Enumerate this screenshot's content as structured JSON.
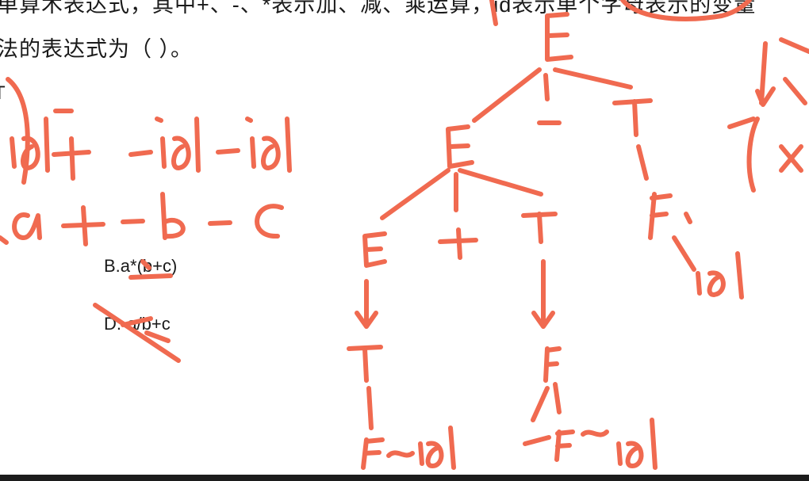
{
  "question": {
    "line1": "单算术表达式，其中+、-、*表示加、减、乘运算，id表示单个字母表示的变量",
    "line2": "法的表达式为（ ）。",
    "fragment": "T"
  },
  "options": {
    "b": "B.a*(b+c)",
    "d": "D.-a/b+c"
  },
  "handwriting": {
    "ink_color": "#f06a50",
    "sentential_form": "id+-id-id",
    "instance": "a+-b-c",
    "tree_root": "E",
    "tree_level1": [
      "E",
      "-",
      "T"
    ],
    "tree_level2": [
      "E",
      "+",
      "T",
      "F"
    ],
    "tree_leaves": [
      "T",
      "F",
      "F",
      "id",
      "id",
      "id"
    ],
    "side_note": "(*"
  }
}
